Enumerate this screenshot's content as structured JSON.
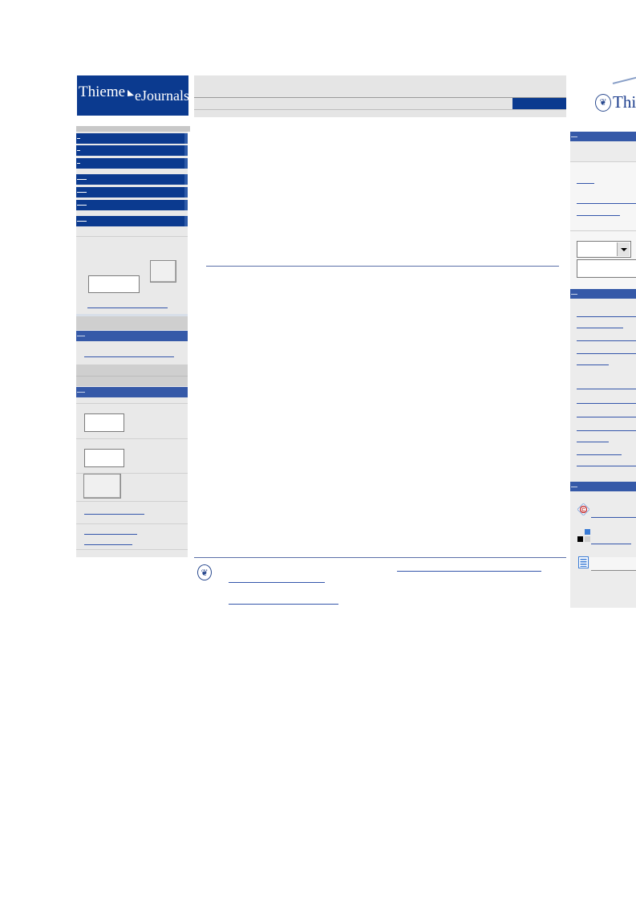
{
  "logo": {
    "word1": "Thieme",
    "word2": "eJournals"
  },
  "brand": {
    "text": "Thi",
    "seal_glyph": "❦"
  },
  "footer": {
    "seal_glyph": "❦"
  },
  "icons": {
    "service_1": "copyright-icon",
    "service_2": "blocks-icon",
    "service_3": "list-icon"
  },
  "colors": {
    "navy": "#0b3a8f",
    "header_blue": "#3559a8",
    "link": "#3355aa"
  }
}
